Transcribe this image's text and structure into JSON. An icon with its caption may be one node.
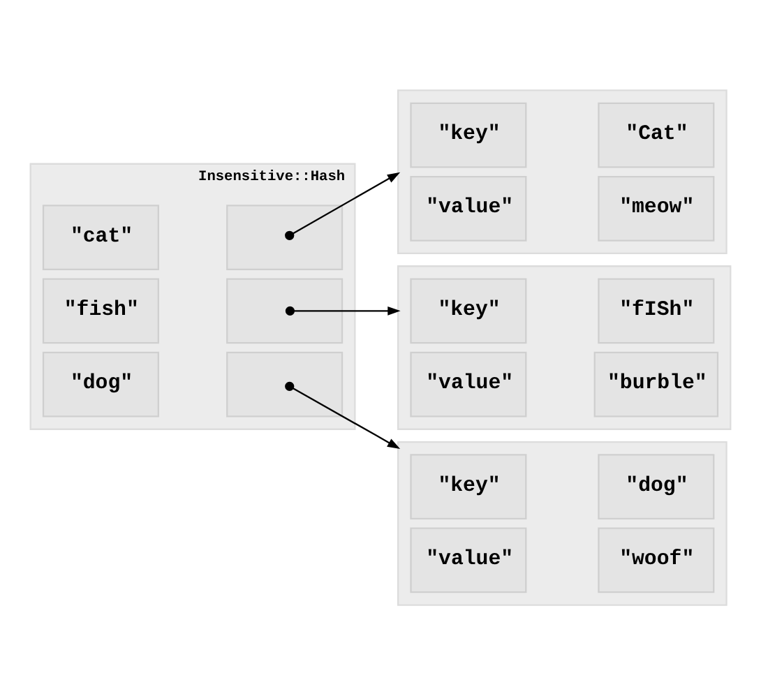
{
  "diagram": {
    "nodes": [
      {
        "text": [
          "Insensitive::Hash"
        ]
      },
      {
        "text": [
          "\"cat\""
        ],
        "in": 0
      },
      {
        "text": [],
        "shape": "box",
        "in": 0
      },
      {
        "text": [
          "\"fish\""
        ],
        "in": 0
      },
      {
        "text": [],
        "shape": "box",
        "in": 0
      },
      {
        "text": [
          "\"dog\""
        ],
        "in": 0
      },
      {
        "text": [],
        "shape": "box",
        "in": 0
      },
      {
        "text": [],
        "shape": "box"
      },
      {
        "text": [
          "\"key\""
        ],
        "in": 7
      },
      {
        "text": [
          "\"Cat\""
        ],
        "in": 7
      },
      {
        "text": [
          "\"value\""
        ],
        "in": 7
      },
      {
        "text": [
          "\"meow\""
        ],
        "in": 7
      },
      {
        "text": [],
        "shape": "box"
      },
      {
        "text": [
          "\"key\""
        ],
        "in": 12
      },
      {
        "text": [
          "\"fISh\""
        ],
        "in": 12
      },
      {
        "text": [
          "\"value\""
        ],
        "in": 12
      },
      {
        "text": [
          "\"burble\""
        ],
        "in": 12
      },
      {
        "text": [],
        "shape": "box"
      },
      {
        "text": [
          "\"key\""
        ],
        "in": 17
      },
      {
        "text": [
          "\"dog\""
        ],
        "in": 17
      },
      {
        "text": [
          "\"value\""
        ],
        "in": 17
      },
      {
        "text": [
          "\"woof\""
        ],
        "in": 17
      }
    ],
    "edges": [
      {
        "from": 2,
        "to": 7,
        "arrow": "to"
      },
      {
        "from": 4,
        "to": 12,
        "arrow": "to"
      },
      {
        "from": 6,
        "to": 17,
        "arrow": "to"
      }
    ]
  }
}
